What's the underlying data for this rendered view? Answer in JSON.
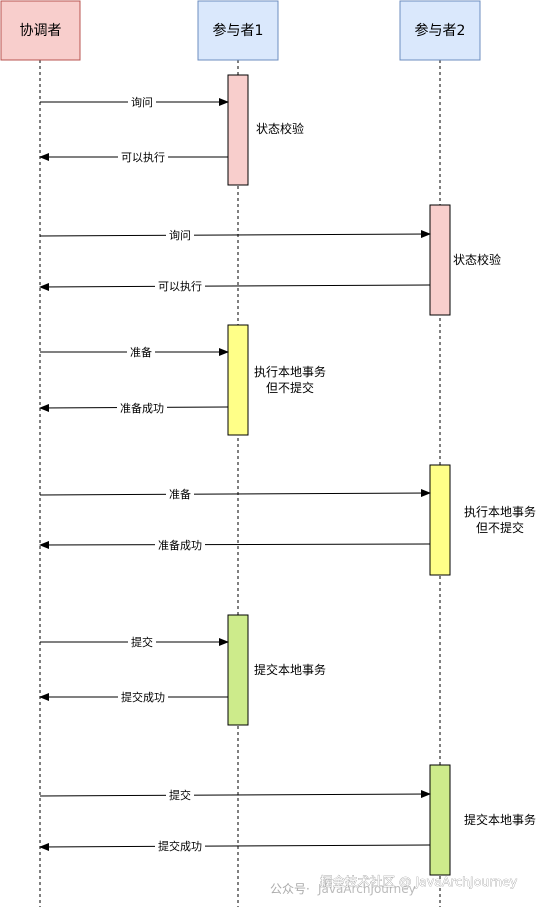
{
  "actors": {
    "coordinator": {
      "label": "协调者",
      "color": "#f8cecc",
      "border": "#b85450"
    },
    "p1": {
      "label": "参与者1",
      "color": "#dae8fc",
      "border": "#6c8ebf"
    },
    "p2": {
      "label": "参与者2",
      "color": "#dae8fc",
      "border": "#6c8ebf"
    }
  },
  "activations": {
    "a1": {
      "label": "状态校验",
      "color": "#f8cecc"
    },
    "a2": {
      "label": "状态校验",
      "color": "#f8cecc"
    },
    "a3": {
      "label_line1": "执行本地事务",
      "label_line2": "但不提交",
      "color": "#ffff88"
    },
    "a4": {
      "label_line1": "执行本地事务",
      "label_line2": "但不提交",
      "color": "#ffff88"
    },
    "a5": {
      "label": "提交本地事务",
      "color": "#cdeb8b"
    },
    "a6": {
      "label": "提交本地事务",
      "color": "#cdeb8b"
    }
  },
  "messages": {
    "m1": "询问",
    "m2": "可以执行",
    "m3": "询问",
    "m4": "可以执行",
    "m5": "准备",
    "m6": "准备成功",
    "m7": "准备",
    "m8": "准备成功",
    "m9": "提交",
    "m10": "提交成功",
    "m11": "提交",
    "m12": "提交成功"
  },
  "watermark": {
    "left": "公众号·",
    "left_overlay": "JavaArchJourney",
    "right": "掘金技术社区 @ JavaArchJourney"
  }
}
